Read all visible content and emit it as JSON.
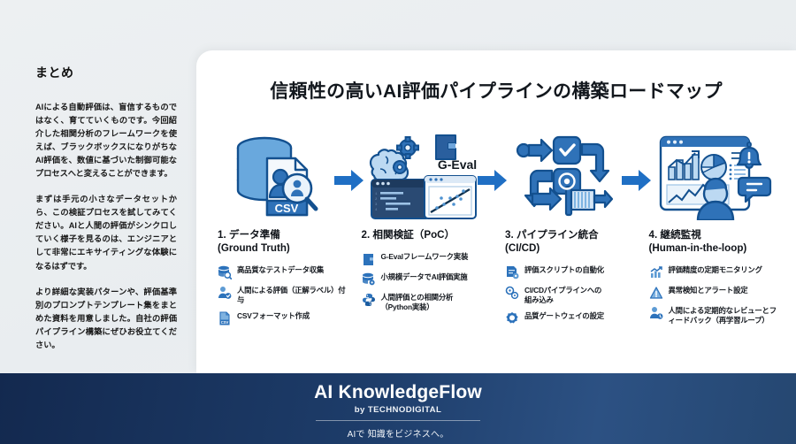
{
  "sidebar": {
    "heading": "まとめ",
    "paragraphs": [
      "AIによる自動評価は、盲信するものではなく、育てていくものです。今回紹介した相関分析のフレームワークを使えば、ブラックボックスになりがちなAI評価を、数値に基づいた制御可能なプロセスへと変えることができます。",
      "まずは手元の小さなデータセットから、この検証プロセスを試してみてください。AIと人間の評価がシンクロしていく様子を見るのは、エンジニアとして非常にエキサイティングな体験になるはずです。",
      "より詳細な実装パターンや、評価基準別のプロンプトテンプレート集をまとめた資料を用意しました。自社の評価パイプライン構築にぜひお役立てください。"
    ]
  },
  "card": {
    "title": "信頼性の高いAI評価パイプラインの構築ロードマップ",
    "steps": [
      {
        "title": "1. データ準備\n(Ground Truth)",
        "artwork": "database-csv-person-magnifier-illustration",
        "bullets": [
          {
            "icon": "database-search-icon",
            "text": "高品質なテストデータ収集"
          },
          {
            "icon": "person-check-icon",
            "text": "人間による評価（正解ラベル）付与"
          },
          {
            "icon": "csv-file-icon",
            "text": "CSVフォーマット作成"
          }
        ]
      },
      {
        "title": "2. 相関検証（PoC）",
        "artwork": "brain-gears-geval-code-scatter-illustration",
        "logo_text": "G-Eval",
        "bullets": [
          {
            "icon": "g-eval-logo-icon",
            "text": "G-Evalフレームワーク実装"
          },
          {
            "icon": "database-gear-icon",
            "text": "小規模データでAI評価実施"
          },
          {
            "icon": "python-icon",
            "text": "人間評価との相関分析\n（Python実装）"
          }
        ]
      },
      {
        "title": "3. パイプライン統合\n(CI/CD)",
        "artwork": "cicd-loop-check-gear-gate-illustration",
        "bullets": [
          {
            "icon": "script-automation-icon",
            "text": "評価スクリプトの自動化"
          },
          {
            "icon": "gears-icon",
            "text": "CI/CDパイプラインへの\n組み込み"
          },
          {
            "icon": "quality-gate-shield-icon",
            "text": "品質ゲートウェイの設定"
          }
        ]
      },
      {
        "title": "4. 継続監視\n(Human-in-the-loop)",
        "artwork": "dashboard-alert-person-illustration",
        "bullets": [
          {
            "icon": "bar-chart-icon",
            "text": "評価精度の定期モニタリング"
          },
          {
            "icon": "warning-triangle-icon",
            "text": "異常検知とアラート設定"
          },
          {
            "icon": "person-review-icon",
            "text": "人間による定期的なレビューとフィードバック（再学習ループ）"
          }
        ]
      }
    ],
    "arrow_label": "step-arrow"
  },
  "footer": {
    "brand": "AI KnowledgeFlow",
    "by": "by TECHNODIGITAL",
    "tagline": "AIで 知識をビジネスへ。"
  },
  "colors": {
    "page_bg": "#eceff1",
    "card_bg": "#ffffff",
    "accent_blue": "#1f6fc4",
    "icon_blue": "#2c72bb",
    "footer_navy": "#13294f",
    "text": "#12171d"
  }
}
